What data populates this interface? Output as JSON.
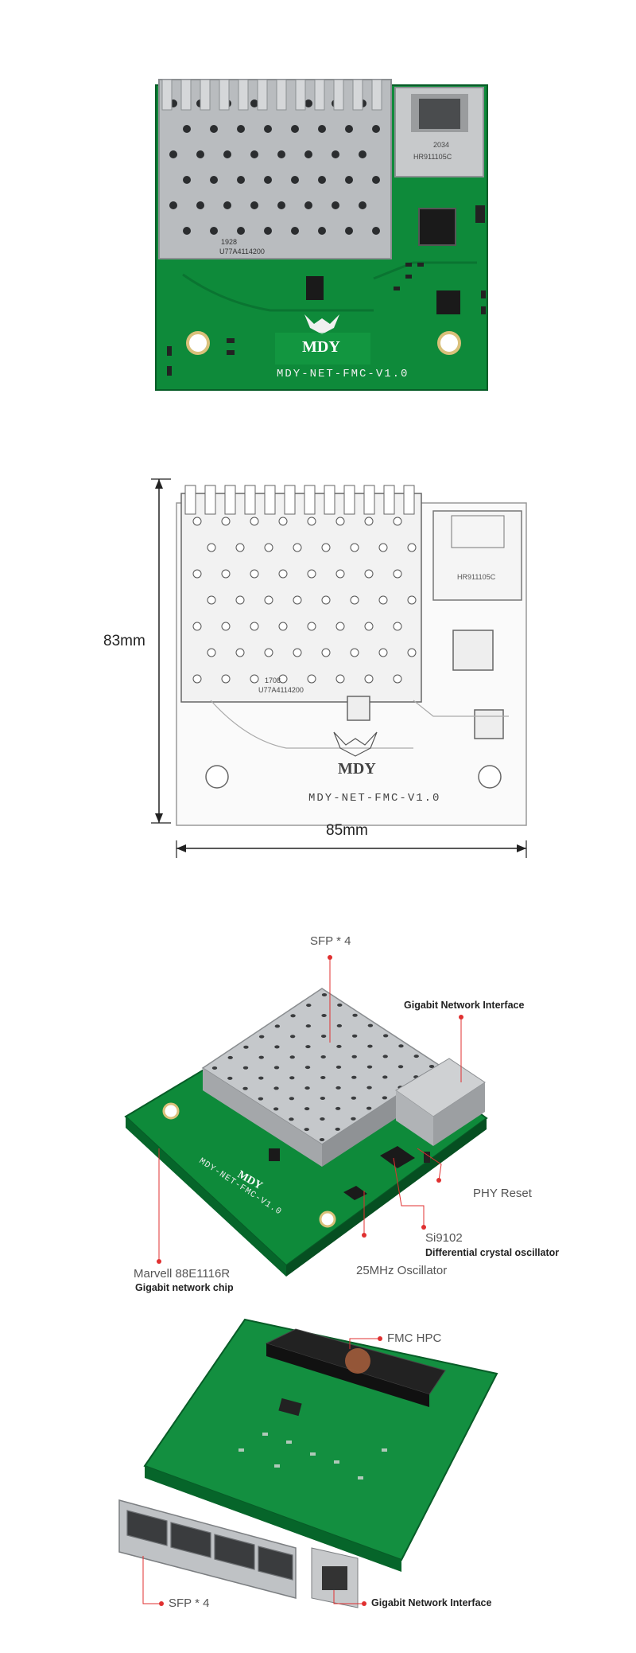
{
  "board": {
    "logo_text": "MDY",
    "silk_text": "MDY-NET-FMC-V1.0",
    "shield_code_1": "1928",
    "shield_code_2": "U77A4114200",
    "magjack_text_1": "2034",
    "magjack_text_2": "HR911105C",
    "top_logo": "MDY"
  },
  "dimensions": {
    "height_label": "83mm",
    "width_label": "85mm",
    "drawing_code_1": "1708",
    "drawing_code_2": "U77A4114200",
    "drawing_logo": "MDY",
    "drawing_silk": "MDY-NET-FMC-V1.0",
    "drawing_magjack": "HR911105C"
  },
  "callouts_front": {
    "sfp": "SFP * 4",
    "gigabit": "Gigabit Network Interface",
    "phy_reset": "PHY Reset",
    "si9102": "Si9102",
    "diff_osc": "Differential crystal oscillator",
    "marvell": "Marvell 88E1116R",
    "marvell_sub": "Gigabit network chip",
    "osc25": "25MHz Oscillator"
  },
  "callouts_back": {
    "fmc": "FMC HPC",
    "sfp": "SFP * 4",
    "gigabit": "Gigabit Network Interface"
  },
  "colors": {
    "pcb": "#0e8a3a",
    "pcb_dark": "#06652a",
    "shield": "#b9bcbf",
    "callout_red": "#e03030"
  }
}
